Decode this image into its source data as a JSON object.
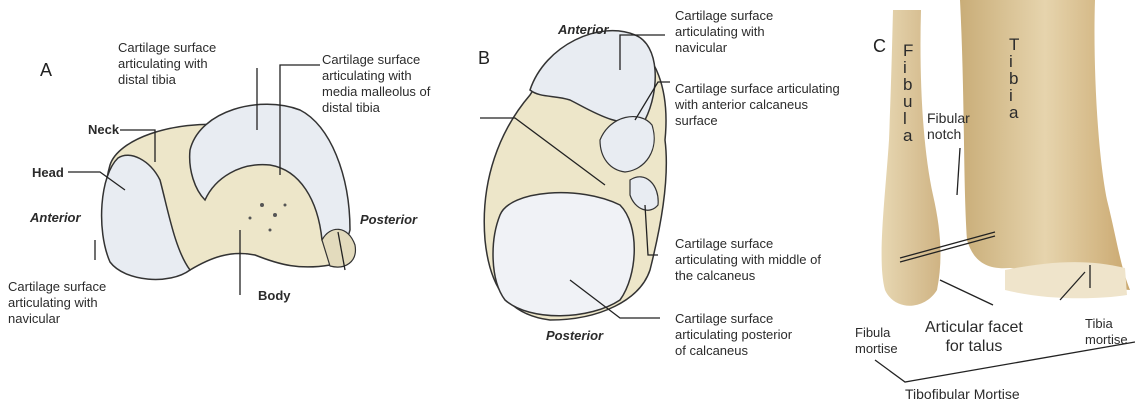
{
  "panelA": {
    "letter": "A",
    "cart_distal_tibia": "Cartilage surface\narticulating with\ndistal tibia",
    "cart_medial_malleolus": "Cartilage surface\narticulating with\nmedia malleolus of\ndistal tibia",
    "neck": "Neck",
    "head": "Head",
    "anterior": "Anterior",
    "posterior": "Posterior",
    "body": "Body",
    "cart_navicular": "Cartilage surface\narticulating with\nnavicular"
  },
  "panelB": {
    "letter": "B",
    "anterior": "Anterior",
    "posterior": "Posterior",
    "cart_navicular": "Cartilage surface\narticulating with\nnavicular",
    "cart_anterior_calcaneus": "Cartilage surface articulating\nwith anterior calcaneus\nsurface",
    "cart_middle_calcaneus": "Cartilage surface\narticulating with middle of\nthe  calcaneus",
    "cart_posterior_calcaneus": "Cartilage surface\narticulating posterior\nof calcaneus"
  },
  "panelC": {
    "letter": "C",
    "fibula": "F\ni\nb\nu\nl\na",
    "tibia": "T\ni\nb\ni\na",
    "fibular_notch": "Fibular\nnotch",
    "articular_facet": "Articular facet\nfor talus",
    "fibula_mortise": "Fibula\nmortise",
    "tibia_mortise": "Tibia\nmortise",
    "tibiofibular_mortise": "Tibofibular Mortise"
  },
  "colors": {
    "bone": "#ede6c9",
    "cartilage": "#e8ecf2",
    "bone_dark": "#c8b98a",
    "photo_bone": "#dcc79a",
    "photo_shadow": "#b89a62"
  }
}
